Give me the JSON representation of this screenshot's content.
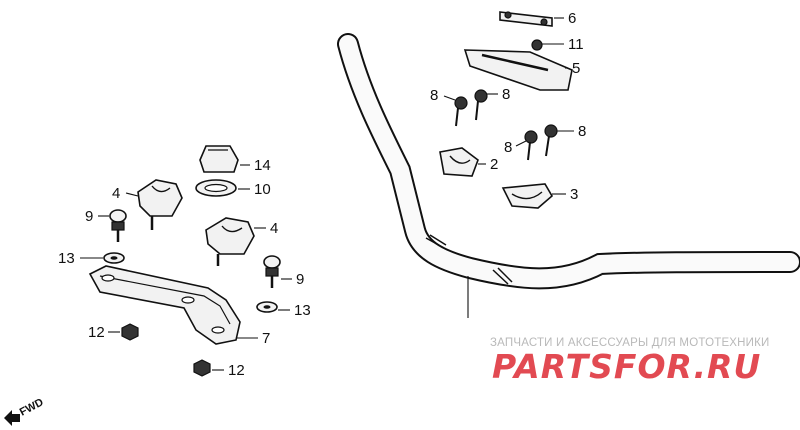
{
  "callouts": {
    "c6": "6",
    "c11": "11",
    "c5": "5",
    "c8a": "8",
    "c8b": "8",
    "c8c": "8",
    "c8d": "8",
    "c2": "2",
    "c3": "3",
    "c14": "14",
    "c10": "10",
    "c4a": "4",
    "c4b": "4",
    "c9a": "9",
    "c9b": "9",
    "c13a": "13",
    "c13b": "13",
    "c12a": "12",
    "c12b": "12",
    "c7": "7"
  },
  "fwd_label": "FWD",
  "watermark": {
    "tagline": "ЗАПЧАСТИ И АКСЕССУАРЫ ДЛЯ МОТОТЕХНИКИ",
    "logo_part1": "PARTS",
    "logo_part2": "FOR.RU",
    "logo_color": "#e24a52",
    "tagline_color": "#b9b9b9"
  }
}
